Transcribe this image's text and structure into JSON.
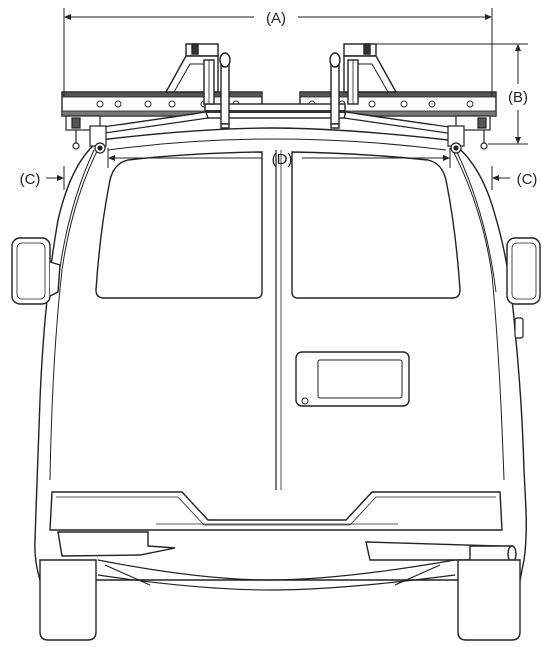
{
  "dimensions": {
    "a": "(A)",
    "b": "(B)",
    "c_left": "(C)",
    "c_right": "(C)",
    "d": "(D)"
  },
  "colors": {
    "line": "#222222",
    "fill": "#ffffff",
    "rack": "#444444",
    "rack_dark": "#1a1a1a"
  }
}
